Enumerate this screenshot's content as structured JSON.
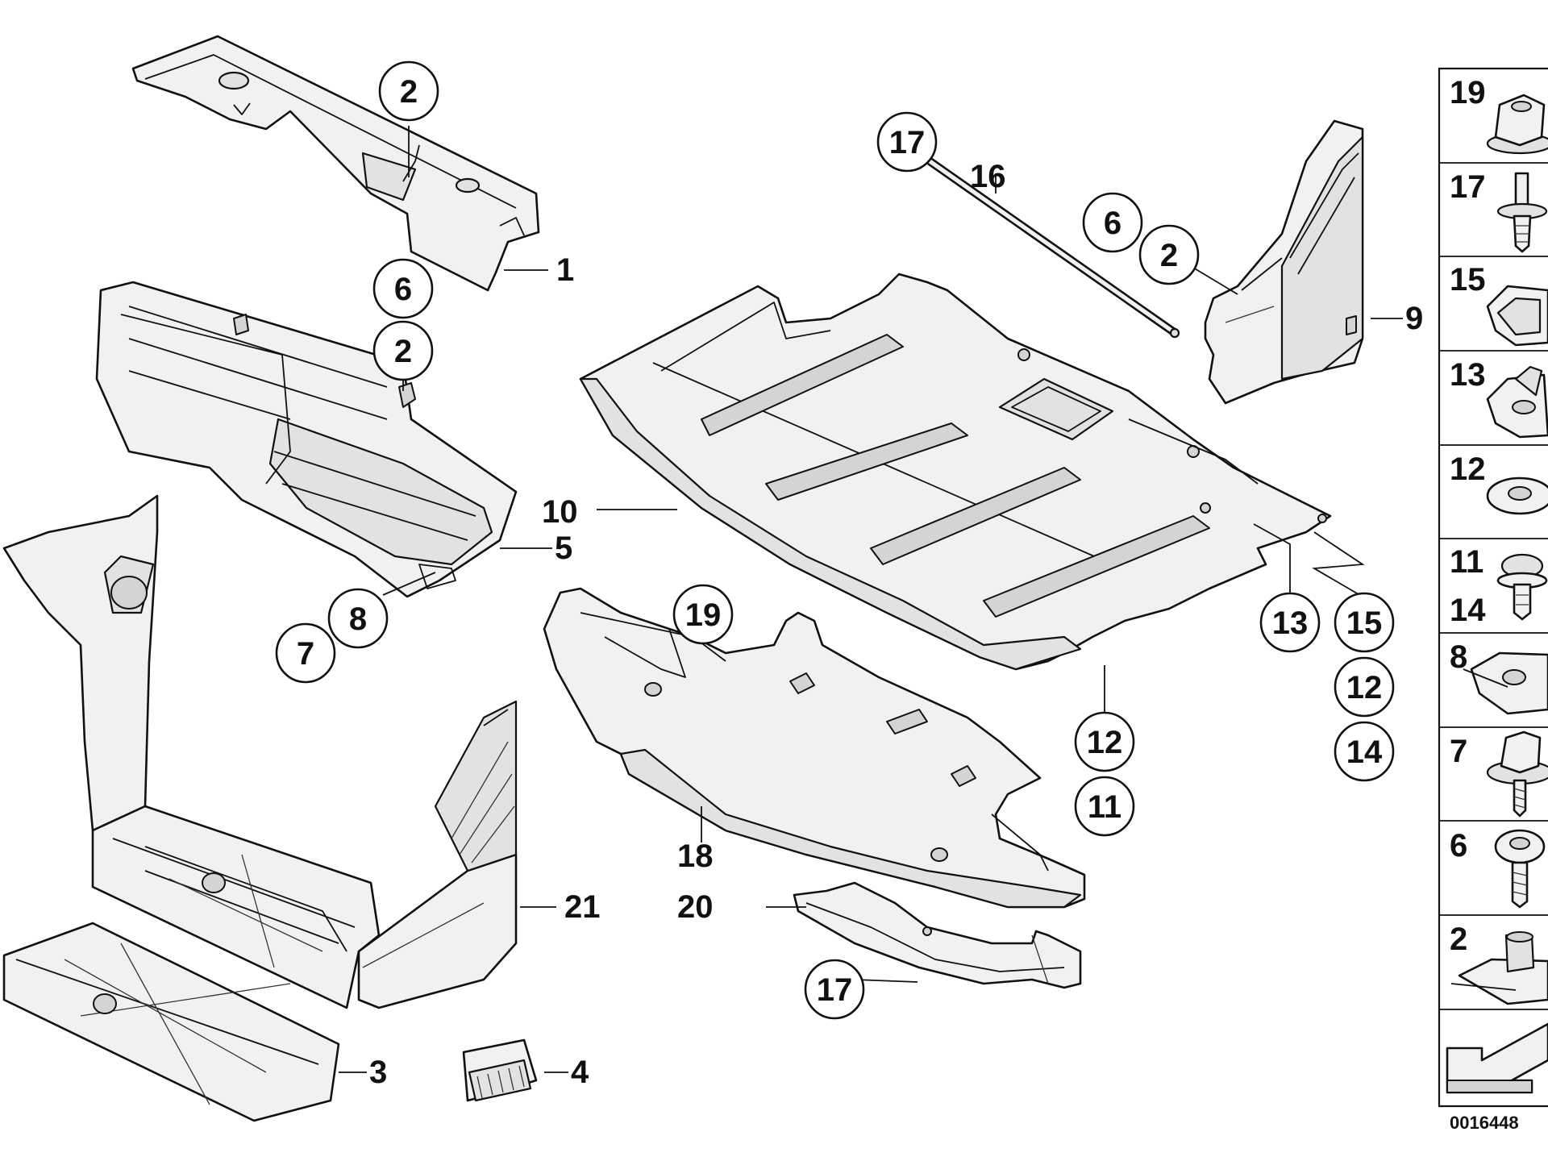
{
  "diagram": {
    "type": "exploded parts diagram",
    "reference_code": "0016448"
  },
  "part_labels": [
    {
      "id": "p1",
      "text": "1"
    },
    {
      "id": "p3",
      "text": "3"
    },
    {
      "id": "p4",
      "text": "4"
    },
    {
      "id": "p5",
      "text": "5"
    },
    {
      "id": "p9",
      "text": "9"
    },
    {
      "id": "p10",
      "text": "10"
    },
    {
      "id": "p16",
      "text": "16"
    },
    {
      "id": "p18",
      "text": "18"
    },
    {
      "id": "p20",
      "text": "20"
    },
    {
      "id": "p21",
      "text": "21"
    }
  ],
  "callouts": [
    {
      "id": "c2a",
      "text": "2"
    },
    {
      "id": "c6a",
      "text": "6"
    },
    {
      "id": "c2b",
      "text": "2"
    },
    {
      "id": "c8",
      "text": "8"
    },
    {
      "id": "c7",
      "text": "7"
    },
    {
      "id": "c17a",
      "text": "17"
    },
    {
      "id": "c6b",
      "text": "6"
    },
    {
      "id": "c2c",
      "text": "2"
    },
    {
      "id": "c19",
      "text": "19"
    },
    {
      "id": "c13",
      "text": "13"
    },
    {
      "id": "c15",
      "text": "15"
    },
    {
      "id": "c12a",
      "text": "12"
    },
    {
      "id": "c14",
      "text": "14"
    },
    {
      "id": "c12b",
      "text": "12"
    },
    {
      "id": "c11",
      "text": "11"
    },
    {
      "id": "c17b",
      "text": "17"
    }
  ],
  "fastener_table": [
    {
      "numbers": [
        "19"
      ],
      "icon": "flange-nut-icon"
    },
    {
      "numbers": [
        "17"
      ],
      "icon": "push-rivet-icon"
    },
    {
      "numbers": [
        "15"
      ],
      "icon": "spring-clip-icon"
    },
    {
      "numbers": [
        "13"
      ],
      "icon": "u-clip-icon"
    },
    {
      "numbers": [
        "12"
      ],
      "icon": "washer-icon"
    },
    {
      "numbers": [
        "11",
        "14"
      ],
      "icon": "expanding-rivet-icon"
    },
    {
      "numbers": [
        "8"
      ],
      "icon": "speed-nut-icon"
    },
    {
      "numbers": [
        "7"
      ],
      "icon": "hex-screw-icon"
    },
    {
      "numbers": [
        "6"
      ],
      "icon": "torx-screw-icon"
    },
    {
      "numbers": [
        "2"
      ],
      "icon": "clip-nut-icon"
    },
    {
      "numbers": [],
      "icon": "arrow-icon"
    }
  ]
}
